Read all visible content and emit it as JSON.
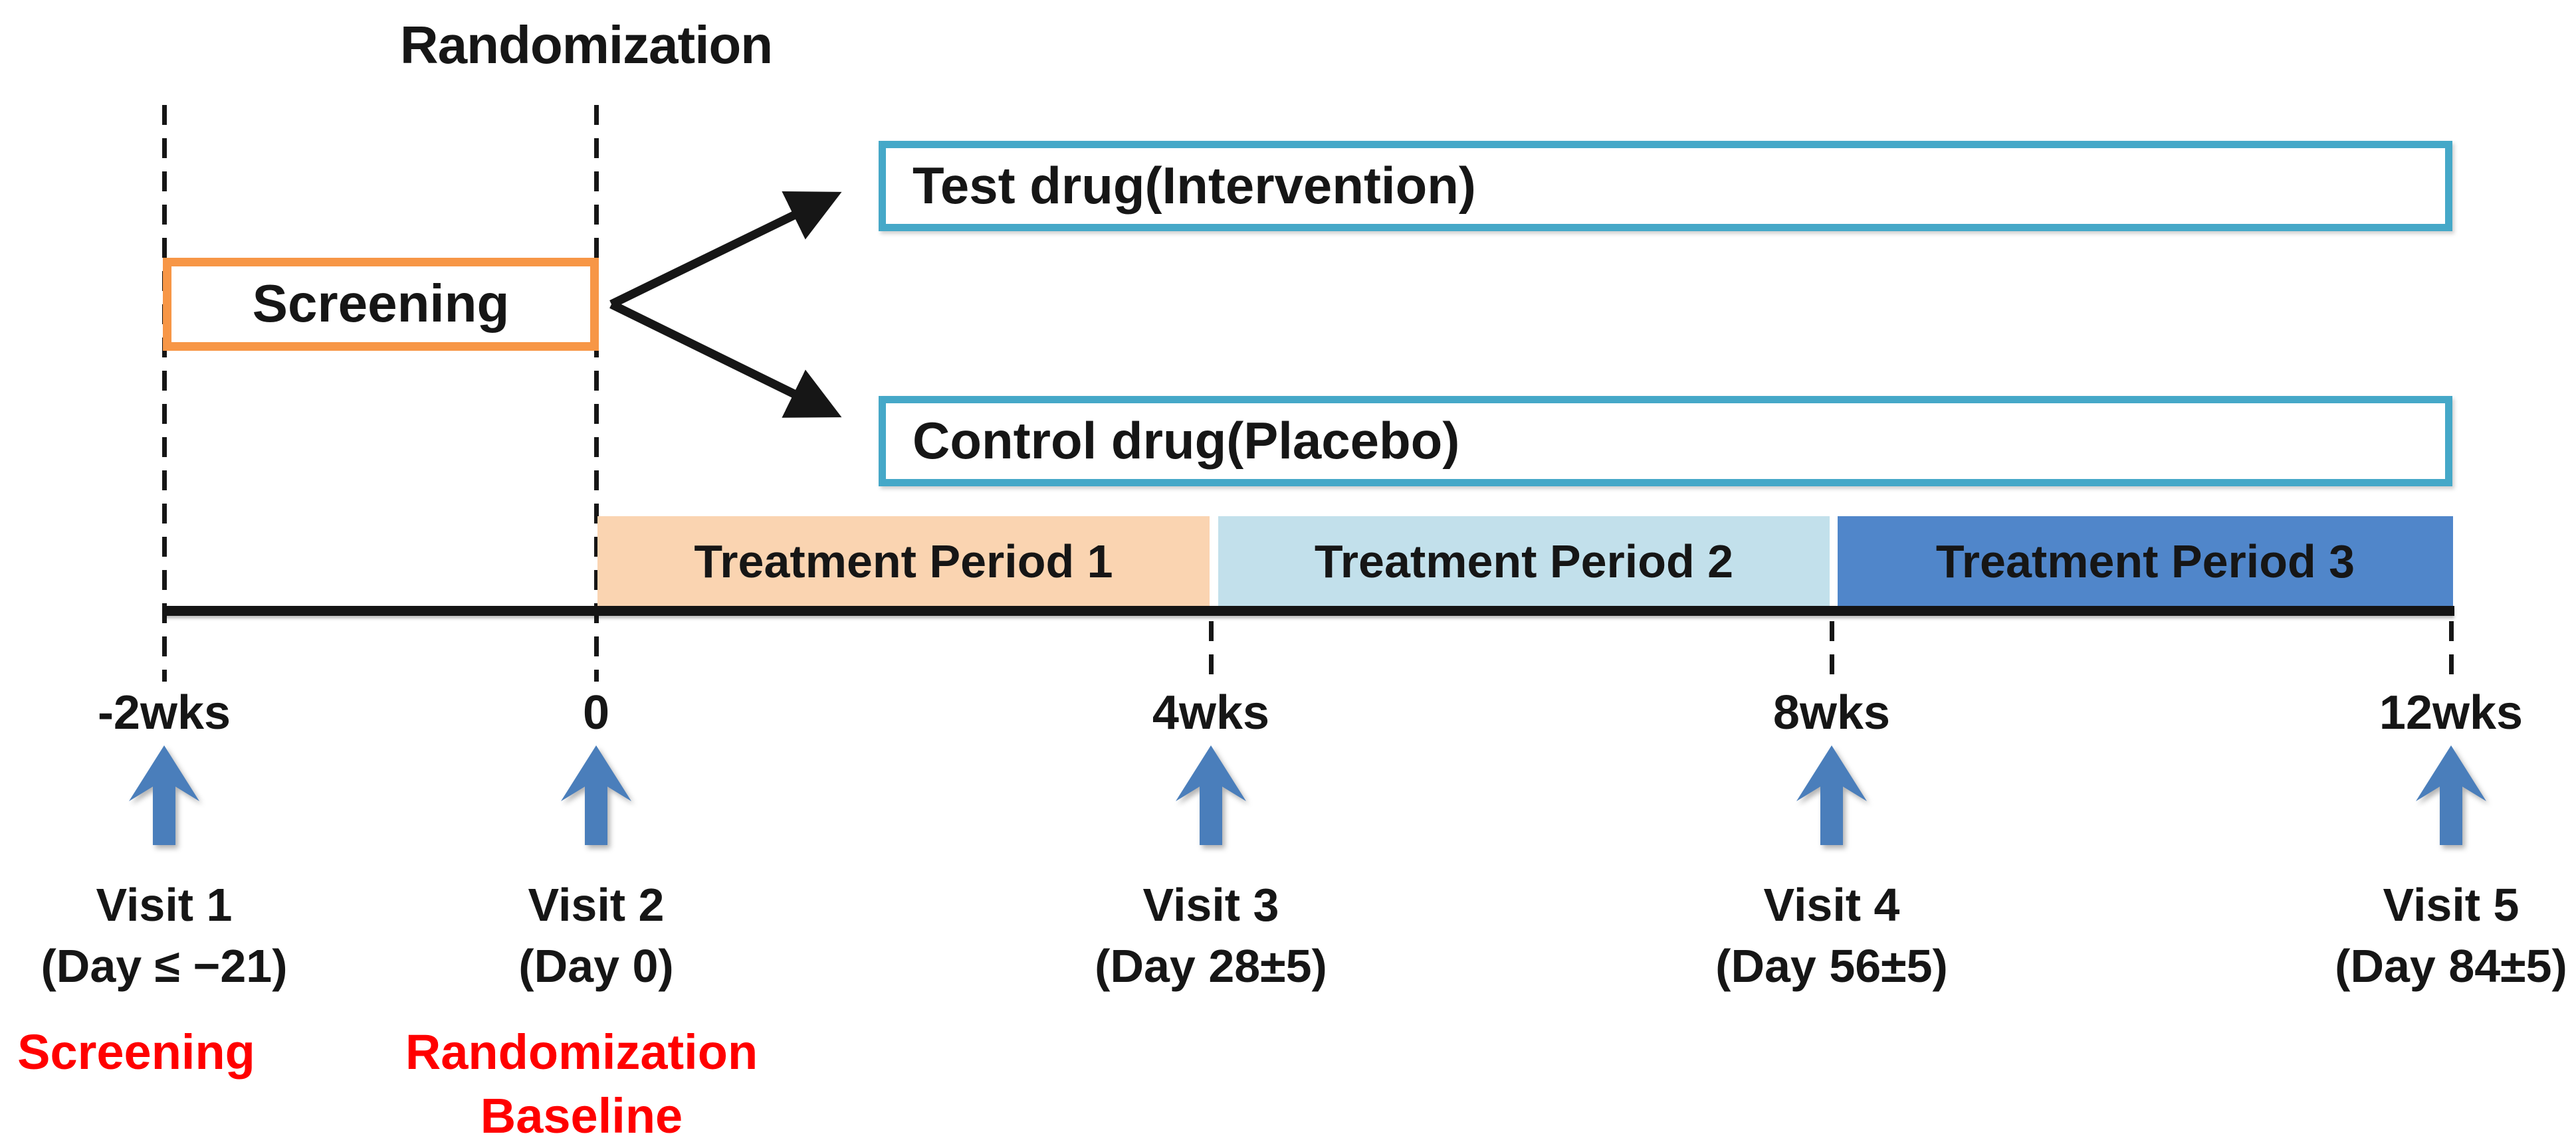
{
  "title": "Randomization",
  "screening": {
    "label": "Screening",
    "border_color": "#F79646"
  },
  "arms": {
    "border_color": "#45A8C8",
    "test": {
      "label": "Test drug(Intervention)"
    },
    "control": {
      "label": "Control drug(Placebo)"
    }
  },
  "periods": {
    "p1": {
      "label": "Treatment Period 1",
      "color": "#FAD4B1"
    },
    "p2": {
      "label": "Treatment Period 2",
      "color": "#C2E0EB"
    },
    "p3": {
      "label": "Treatment Period 3",
      "color": "#5086CA"
    }
  },
  "ticks": {
    "t1": "-2wks",
    "t2": "0",
    "t3": "4wks",
    "t4": "8wks",
    "t5": "12wks"
  },
  "visits": {
    "v1": {
      "name": "Visit 1",
      "day": "(Day ≤ −21)"
    },
    "v2": {
      "name": "Visit 2",
      "day": "(Day 0)"
    },
    "v3": {
      "name": "Visit 3",
      "day": "(Day 28±5)"
    },
    "v4": {
      "name": "Visit 4",
      "day": "(Day 56±5)"
    },
    "v5": {
      "name": "Visit 5",
      "day": "(Day 84±5)"
    }
  },
  "notes": {
    "color": "#FF0000",
    "visit1": "Screening",
    "visit2_line1": "Randomization",
    "visit2_line2": "Baseline"
  },
  "visit_arrow_color": "#4A7EBB",
  "fork_arrow_color": "#161616"
}
